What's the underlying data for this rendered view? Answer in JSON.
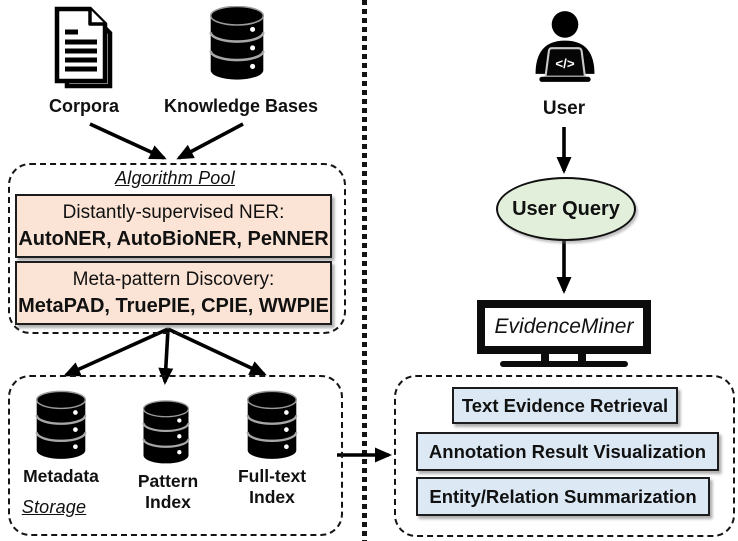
{
  "left_panel": {
    "sources": [
      {
        "label": "Corpora"
      },
      {
        "label": "Knowledge Bases"
      }
    ],
    "algorithm_pool": {
      "title": "Algorithm Pool",
      "modules": [
        {
          "heading": "Distantly-supervised NER:",
          "tools": "AutoNER, AutoBioNER, PeNNER"
        },
        {
          "heading": "Meta-pattern Discovery:",
          "tools": "MetaPAD, TruePIE, CPIE, WWPIE"
        }
      ]
    },
    "storage": {
      "title": "Storage",
      "stores": [
        {
          "label": "Metadata"
        },
        {
          "label": "Pattern Index"
        },
        {
          "label": "Full-text Index"
        }
      ]
    }
  },
  "right_panel": {
    "user_label": "User",
    "query_label": "User Query",
    "system_name": "EvidenceMiner",
    "laptop_glyph": "</>",
    "features": [
      {
        "label": "Text Evidence Retrieval"
      },
      {
        "label": "Annotation Result Visualization"
      },
      {
        "label": "Entity/Relation Summarization"
      }
    ]
  },
  "colors": {
    "module_fill": "#fbe4d5",
    "feature_fill": "#dce9f5",
    "query_fill": "#e2efda",
    "stroke": "#000000"
  }
}
